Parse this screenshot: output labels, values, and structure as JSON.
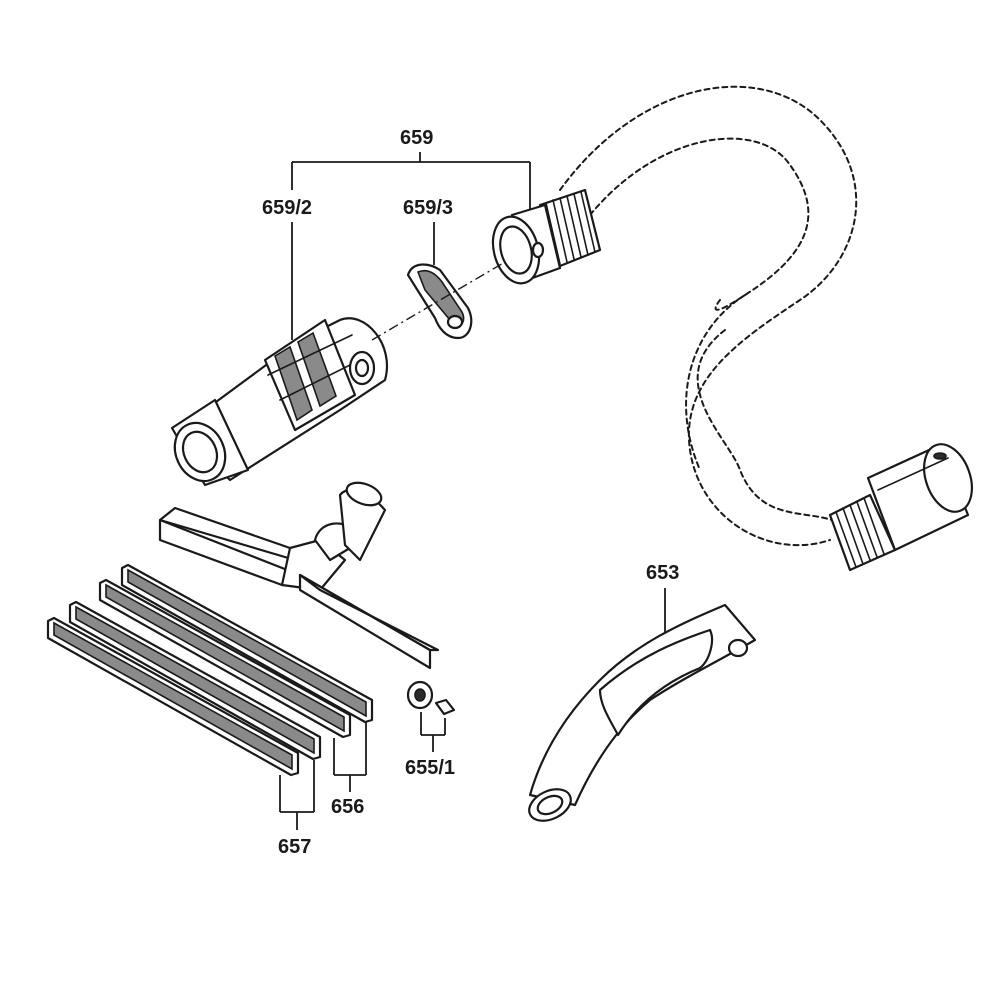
{
  "labels": {
    "part_659": "659",
    "part_659_2": "659/2",
    "part_659_3": "659/3",
    "part_653": "653",
    "part_655_1": "655/1",
    "part_656": "656",
    "part_657": "657"
  },
  "colors": {
    "ink": "#1a1a1a",
    "background": "#ffffff",
    "shade": "#8a8a8a"
  }
}
